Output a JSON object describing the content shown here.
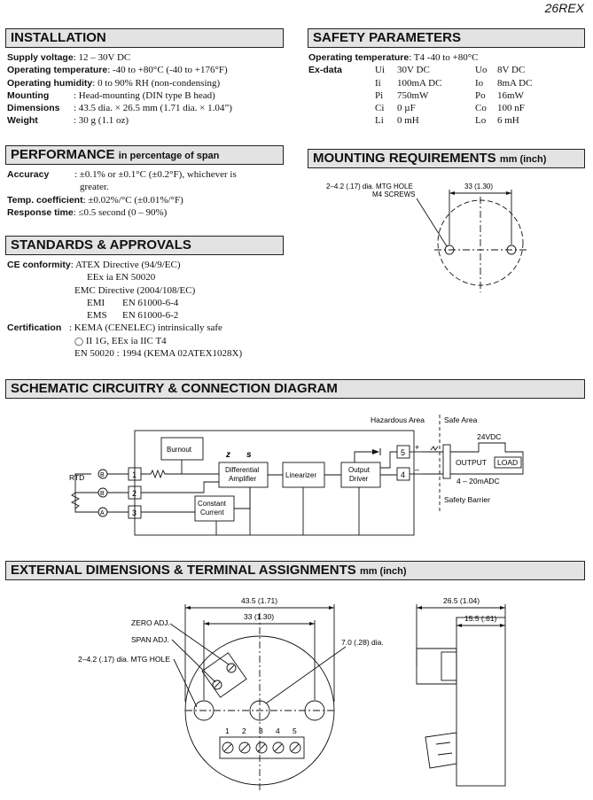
{
  "page_code": "26REX",
  "installation": {
    "title": "INSTALLATION",
    "supply_label": "Supply voltage",
    "supply_value": ": 12 – 30V DC",
    "optemp_label": "Operating temperature",
    "optemp_value": ": -40 to +80°C (-40 to +176°F)",
    "humidity_label": "Operating humidity",
    "humidity_value": ": 0 to 90% RH (non-condensing)",
    "mounting_label": "Mounting",
    "mounting_value": ": Head-mounting (DIN type B head)",
    "dimensions_label": "Dimensions",
    "dimensions_value": ": 43.5 dia. × 26.5 mm (1.71 dia. × 1.04”)",
    "weight_label": "Weight",
    "weight_value": ": 30 g (1.1 oz)"
  },
  "performance": {
    "title": "PERFORMANCE",
    "subtitle": "in percentage of span",
    "accuracy_label": "Accuracy",
    "accuracy_value": ": ±0.1% or ±0.1°C (±0.2°F), whichever is",
    "accuracy_value2": "greater.",
    "tempcoef_label": "Temp. coefficient",
    "tempcoef_value": ": ±0.02%/°C (±0.01%/°F)",
    "response_label": "Response time",
    "response_value": ": ≤0.5 second (0 – 90%)"
  },
  "standards": {
    "title": "STANDARDS & APPROVALS",
    "ce_label": "CE conformity",
    "ce_1": ": ATEX Directive (94/9/EC)",
    "ce_2": "EEx ia EN 50020",
    "ce_3": "EMC Directive (2004/108/EC)",
    "emi_label": "EMI",
    "emi_value": "EN 61000-6-4",
    "ems_label": "EMS",
    "ems_value": "EN 61000-6-2",
    "cert_label": "Certification",
    "cert_1": ": KEMA (CENELEC) intrinsically safe",
    "cert_2": "II 1G, EEx ia IIC T4",
    "cert_3": "EN 50020 : 1994 (KEMA 02ATEX1028X)"
  },
  "safety": {
    "title": "SAFETY PARAMETERS",
    "optemp_label": "Operating temperature",
    "optemp_value": ": T4 -40 to +80°C",
    "exdata_label": "Ex-data",
    "params": [
      [
        "Ui",
        "30V DC",
        "Uo",
        "8V DC"
      ],
      [
        "Ii",
        "100mA DC",
        "Io",
        "8mA DC"
      ],
      [
        "Pi",
        "750mW",
        "Po",
        "16mW"
      ],
      [
        "Ci",
        "0 µF",
        "Co",
        "100 nF"
      ],
      [
        "Li",
        "0 mH",
        "Lo",
        "6 mH"
      ]
    ]
  },
  "mounting_req": {
    "title": "MOUNTING REQUIREMENTS",
    "unit": "mm (inch)",
    "hole_label_1": "2–4.2 (.17) dia. MTG HOLE",
    "hole_label_2": "M4 SCREWS",
    "dim": "33 (1.30)"
  },
  "schematic": {
    "title": "SCHEMATIC CIRCUITRY & CONNECTION DIAGRAM",
    "hazardous": "Hazardous Area",
    "safe": "Safe Area",
    "burnout": "Burnout",
    "diff_amp_1": "Differential",
    "diff_amp_2": "Amplifier",
    "linearizer": "Linearizer",
    "out_drv_1": "Output",
    "out_drv_2": "Driver",
    "const_1": "Constant",
    "const_2": "Current",
    "rtd": "RTD",
    "zero": "z",
    "span": "s",
    "term_1": "1",
    "term_2": "2",
    "term_3": "3",
    "term_4": "4",
    "term_5": "5",
    "rtd_b1": "B",
    "rtd_b2": "B",
    "rtd_a": "A",
    "plus": "+",
    "minus": "–",
    "v24": "24VDC",
    "output": "OUTPUT",
    "load": "LOAD",
    "range": "4 – 20mADC",
    "barrier": "Safety Barrier"
  },
  "external": {
    "title": "EXTERNAL DIMENSIONS & TERMINAL ASSIGNMENTS",
    "unit": "mm (inch)",
    "dia": "43.5 (1.71)",
    "hole_spacing": "33 (1.30)",
    "zero_adj": "ZERO ADJ.",
    "span_adj": "SPAN ADJ.",
    "mtg_hole": "2–4.2 (.17) dia. MTG HOLE",
    "center_hole": "7.0 (.28) dia.",
    "terminals": [
      "1",
      "2",
      "3",
      "4",
      "5"
    ],
    "side_total": "26.5 (1.04)",
    "side_part": "15.5 (.61)"
  },
  "colors": {
    "header_bg": "#e3e3e3",
    "line": "#111111"
  }
}
